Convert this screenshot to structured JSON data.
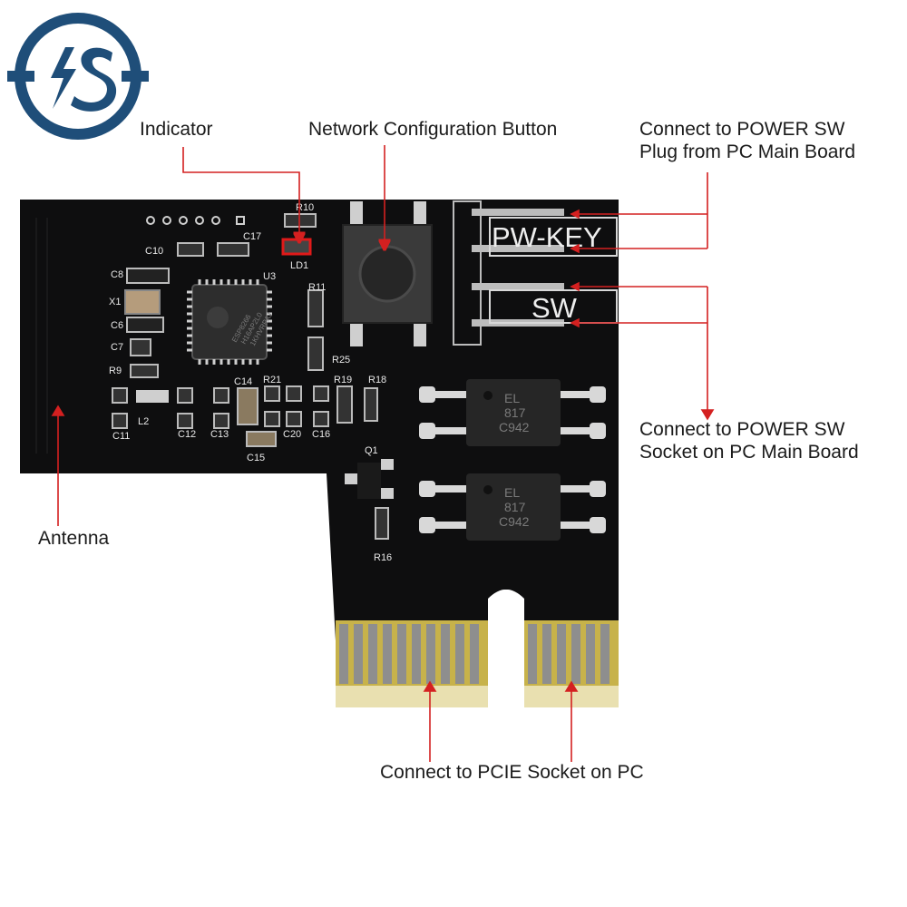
{
  "brand": {
    "logo_text": "IS",
    "logo_color": "#1f4e79"
  },
  "callouts": {
    "indicator": "Indicator",
    "network_button": "Network Configuration Button",
    "power_plug_line1": "Connect to  POWER SW",
    "power_plug_line2": "Plug from PC Main Board",
    "power_socket_line1": "Connect to POWER SW",
    "power_socket_line2": "Socket on PC Main Board",
    "antenna": "Antenna",
    "pcie": "Connect to PCIE Socket on PC"
  },
  "board": {
    "silkscreen_pwkey": "PW-KEY",
    "silkscreen_sw": "SW",
    "main_chip_lines": [
      "ESP8266",
      "H16AP2L0",
      "1KHVRPAJ"
    ],
    "opto_lines": [
      "EL",
      "817",
      "C942"
    ],
    "labels": [
      "R10",
      "LD1",
      "C17",
      "C10",
      "C8",
      "X1",
      "C6",
      "C7",
      "R9",
      "U3",
      "R11",
      "R25",
      "C14",
      "R21",
      "R19",
      "R18",
      "L2",
      "C11",
      "C12",
      "C13",
      "C20",
      "C16",
      "C15",
      "Q1",
      "R16"
    ]
  },
  "colors": {
    "board": "#0e0e0f",
    "pads": "#c9c9c9",
    "gold": "#c7b24a",
    "callout_line": "#d42020"
  }
}
